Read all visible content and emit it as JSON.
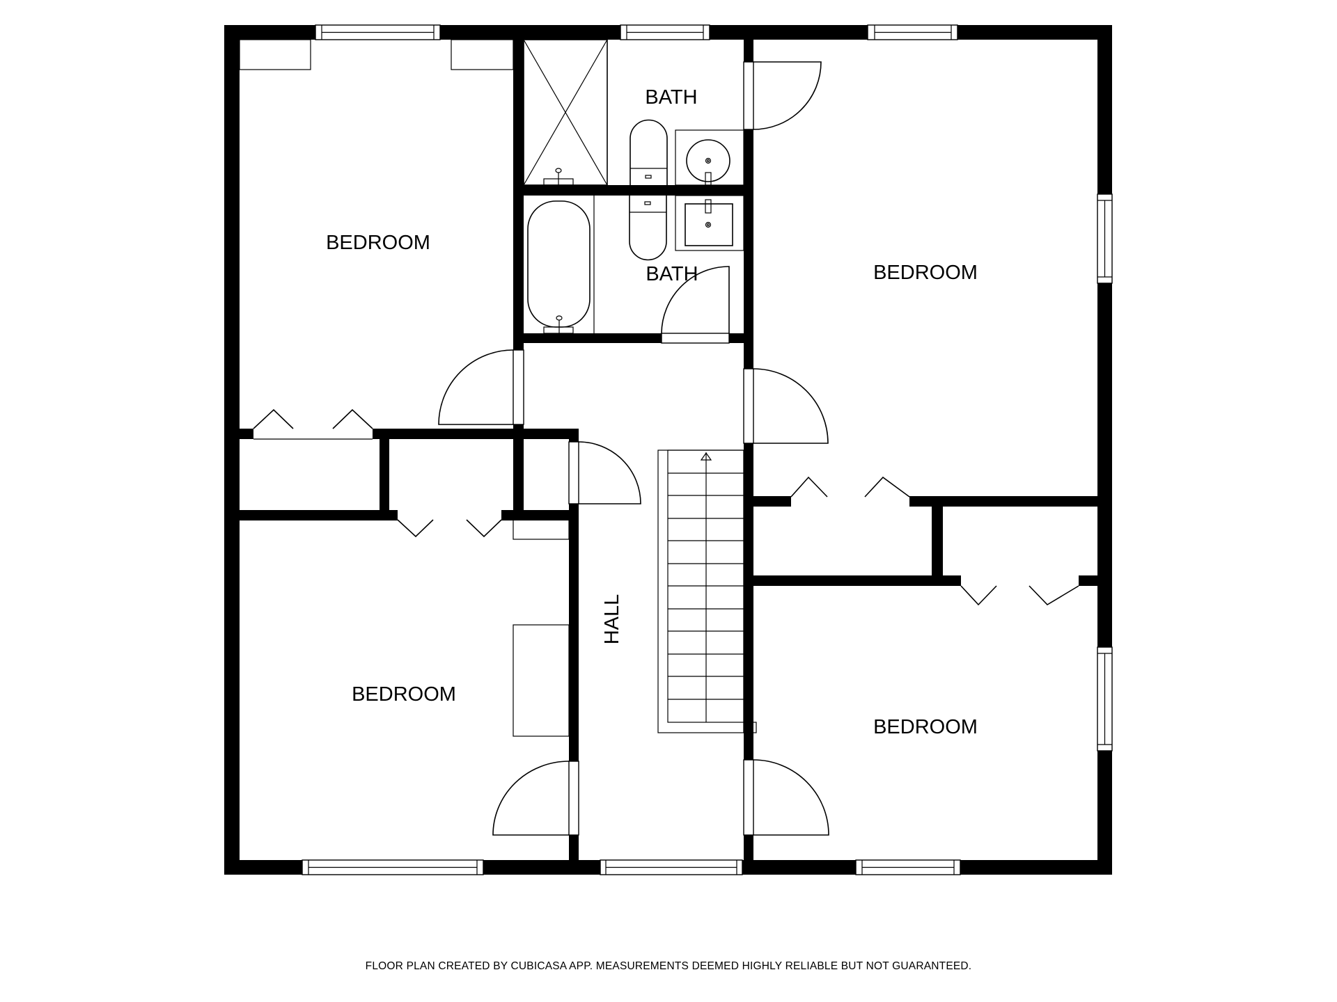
{
  "floor_plan": {
    "rooms": [
      {
        "id": "bedroom-nw",
        "label": "BEDROOM"
      },
      {
        "id": "bath-upper",
        "label": "BATH"
      },
      {
        "id": "bath-lower",
        "label": "BATH"
      },
      {
        "id": "bedroom-ne",
        "label": "BEDROOM"
      },
      {
        "id": "bedroom-sw",
        "label": "BEDROOM"
      },
      {
        "id": "bedroom-se",
        "label": "BEDROOM"
      },
      {
        "id": "hall",
        "label": "HALL"
      }
    ],
    "fixtures": [
      "shower-icon",
      "bathtub-icon",
      "toilet-icon",
      "toilet-icon",
      "round-sink-icon",
      "square-sink-icon",
      "stairs-icon",
      "dresser-icon",
      "nightstand-icon"
    ],
    "colors": {
      "wall": "#000000",
      "background": "#ffffff"
    }
  },
  "footer": {
    "disclaimer": "FLOOR PLAN CREATED BY CUBICASA APP. MEASUREMENTS DEEMED HIGHLY RELIABLE BUT NOT GUARANTEED."
  }
}
